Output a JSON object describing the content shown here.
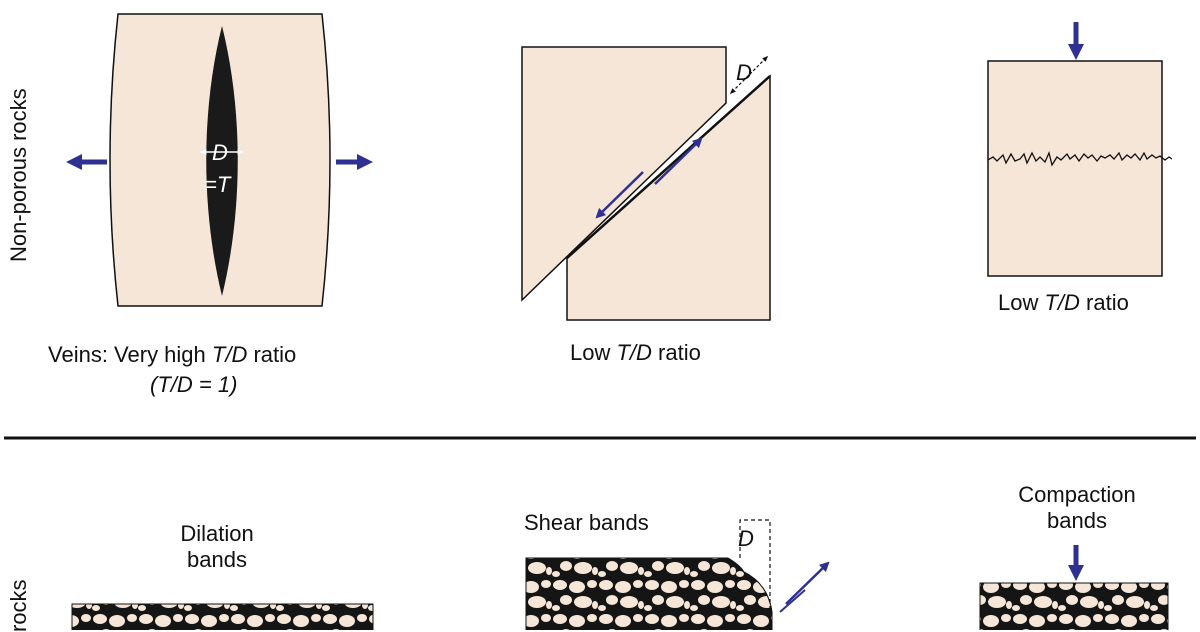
{
  "side_labels": {
    "top": "Non-porous rocks",
    "bottom_partial": "rocks"
  },
  "colors": {
    "rock": "#f5e6d8",
    "arrow": "#2e3192",
    "ink": "#111111"
  },
  "panels": {
    "veins": {
      "caption_pre": "Veins: Very high ",
      "caption_it": "T/D",
      "caption_post": " ratio",
      "caption_line2": "(T/D = 1)",
      "d_label": "D",
      "t_label": "=T"
    },
    "fault": {
      "caption_pre": "Low ",
      "caption_it": "T/D",
      "caption_post": " ratio",
      "d_label": "D"
    },
    "stylolite": {
      "caption_pre": "Low ",
      "caption_it": "T/D",
      "caption_post": " ratio"
    },
    "dilation": {
      "title_1": "Dilation",
      "title_2": "bands"
    },
    "shear": {
      "title": "Shear bands",
      "d_label": "D"
    },
    "compaction": {
      "title_1": "Compaction",
      "title_2": "bands"
    }
  }
}
